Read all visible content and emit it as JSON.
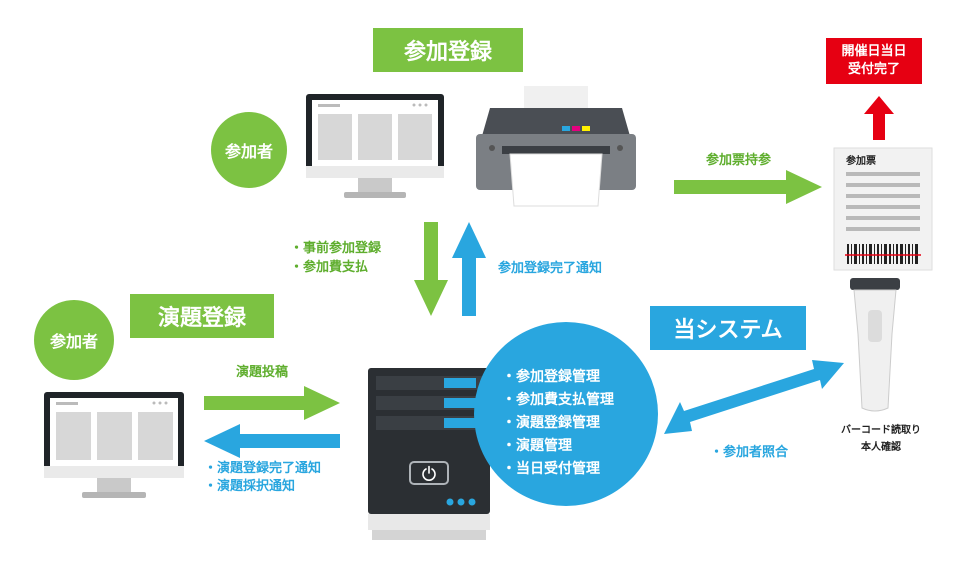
{
  "colors": {
    "green": "#7cc242",
    "blue": "#29a6df",
    "red": "#e60012"
  },
  "labels": {
    "sanka_touroku": "参加登録",
    "endai_touroku": "演題登録",
    "tou_system": "当システム",
    "participant_top": "参加者",
    "participant_left": "参加者",
    "kaisai_line1": "開催日当日",
    "kaisai_line2": "受付完了",
    "ticket_bring": "参加票持参",
    "ticket_title": "参加票",
    "pre_reg": "・事前参加登録",
    "fee_pay": "・参加費支払",
    "reg_done": "参加登録完了通知",
    "abstract_submit": "演題投稿",
    "abstract_done": "・演題登録完了通知",
    "abstract_adopt": "・演題採択通知",
    "participant_match": "・参加者照合",
    "barcode_line1": "バーコード読取り",
    "barcode_line2": "本人確認"
  },
  "system_features": [
    "・参加登録管理",
    "・参加費支払管理",
    "・演題登録管理",
    "・演題管理",
    "・当日受付管理"
  ],
  "icons": [
    "monitor-icon",
    "printer-icon",
    "server-icon",
    "power-icon",
    "ticket-icon",
    "barcode-icon",
    "barcode-scanner-icon"
  ]
}
